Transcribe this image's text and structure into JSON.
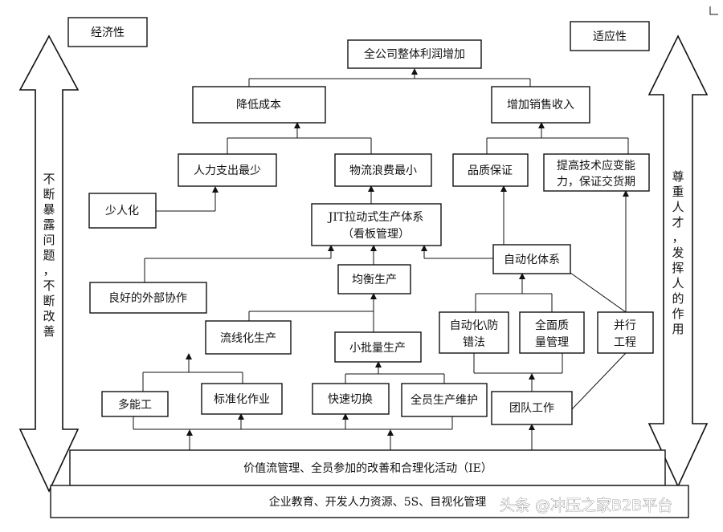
{
  "corner_labels": {
    "economy": "经济性",
    "adaptability": "适应性"
  },
  "side_arrows": {
    "left": [
      "不",
      "断",
      "暴",
      "露",
      "问",
      "题",
      "，",
      "不",
      "断",
      "改",
      "善"
    ],
    "right": [
      "尊",
      "重",
      "人",
      "才",
      "，",
      "发",
      "挥",
      "人",
      "的",
      "作",
      "用"
    ]
  },
  "nodes": {
    "total_profit": "全公司整体利润增加",
    "reduce_cost": "降低成本",
    "increase_sales": "增加销售收入",
    "labor_cost": "人力支出最少",
    "logistics_waste": "物流浪费最小",
    "quality": "品质保证",
    "tech_adapt": [
      "提高技术应变能",
      "力，保证交货期"
    ],
    "fewer_people": "少人化",
    "jit": [
      "JIT拉动式生产体系",
      "（看板管理）"
    ],
    "external_coop": "良好的外部协作",
    "leveled_production": "均衡生产",
    "automation_system": "自动化体系",
    "autonomation": [
      "自动化\\防",
      "错法"
    ],
    "tqm": [
      "全面质",
      "量管理"
    ],
    "concurrent_eng": [
      "并行",
      "工程"
    ],
    "flow_production": "流线化生产",
    "small_batch": "小批量生产",
    "multi_skill": "多能工",
    "standard_work": "标准化作业",
    "quick_changeover": "快速切换",
    "tpm": "全员生产维护",
    "teamwork": "团队工作"
  },
  "foundation": {
    "ie_bar": "价值流管理、全员参加的改善和合理化活动（IE）",
    "base_bar": "企业教育、开发人力资源、5S、目视化管理"
  },
  "watermark": "头条 @冲压之家B2B平台"
}
